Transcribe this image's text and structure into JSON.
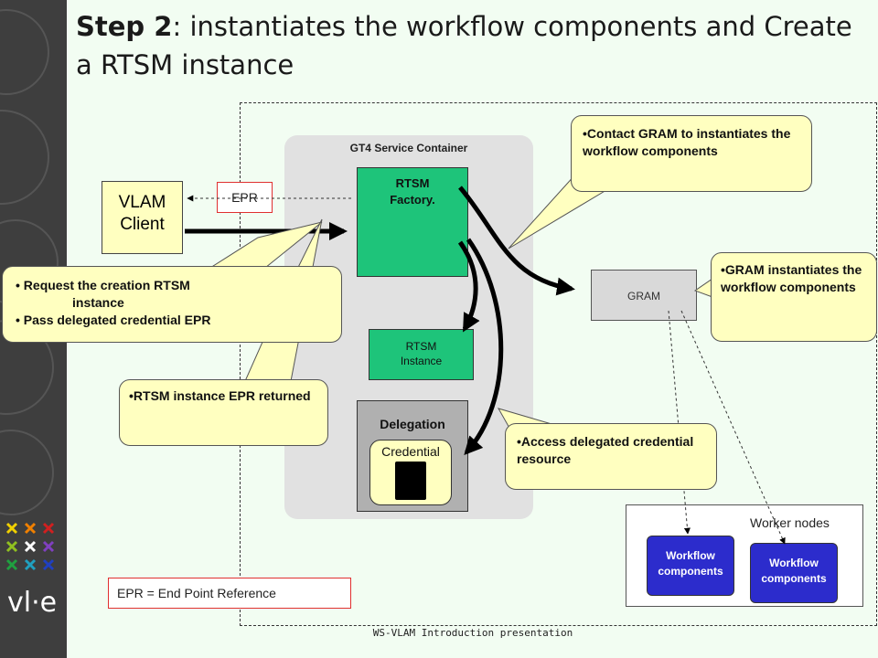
{
  "title": {
    "bold": "Step 2",
    "rest": ": instantiates  the workflow components and Create a RTSM instance"
  },
  "container": {
    "label": "GT4 Service Container"
  },
  "nodes": {
    "factory_line1": "RTSM",
    "factory_line2": "Factory.",
    "instance_line1": "RTSM",
    "instance_line2": "Instance",
    "delegation": "Delegation",
    "credential": "Credential",
    "vlam_line1": "VLAM",
    "vlam_line2": "Client",
    "epr": "EPR",
    "gram": "GRAM",
    "workers_label": "Worker nodes",
    "workflow1_line1": "Workflow",
    "workflow1_line2": "components",
    "workflow2_line1": "Workflow",
    "workflow2_line2": "components"
  },
  "callouts": {
    "request_item1_a": "• Request the creation  RTSM",
    "request_item1_b": "instance",
    "request_item2": "• Pass delegated credential EPR",
    "rtsm_epr": "•RTSM instance  EPR returned",
    "contact_gram": "•Contact GRAM to instantiates the workflow components",
    "gram_instantiates": "•GRAM instantiates the workflow components",
    "access_credential": "•Access delegated credential resource"
  },
  "legend": "EPR = End Point Reference",
  "footer": "WS-VLAM Introduction presentation",
  "logo_text": "vl·e",
  "colors": {
    "green": "#1ec47a",
    "blue": "#2c2ccc",
    "callout": "#ffffc0",
    "red_border": "#e03030"
  }
}
